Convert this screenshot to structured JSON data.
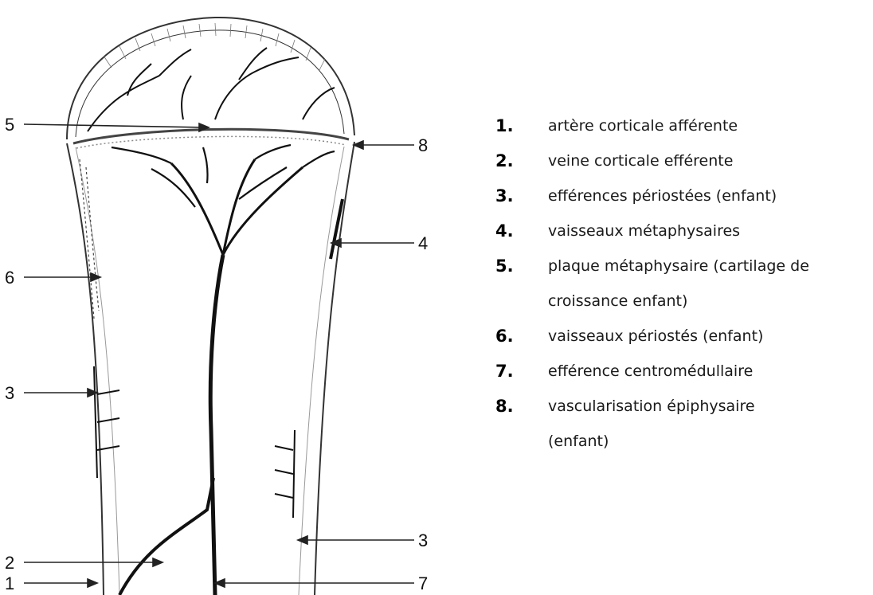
{
  "callouts": {
    "c1": "1",
    "c2": "2",
    "c3a": "3",
    "c3b": "3",
    "c4": "4",
    "c5": "5",
    "c6": "6",
    "c7": "7",
    "c8": "8"
  },
  "legend": [
    {
      "num": "1.",
      "text": "artère corticale afférente"
    },
    {
      "num": "2.",
      "text": "veine corticale efférente"
    },
    {
      "num": "3.",
      "text": "efférences périostées (enfant)"
    },
    {
      "num": "4.",
      "text": "vaisseaux métaphysaires"
    },
    {
      "num": "5.",
      "text": "plaque métaphysaire (cartilage de croissance enfant)"
    },
    {
      "num": "6.",
      "text": "vaisseaux périostés (enfant)"
    },
    {
      "num": "7.",
      "text": "efférence centromédullaire"
    },
    {
      "num": "8.",
      "text": "vascularisation épiphysaire (enfant)"
    }
  ],
  "colors": {
    "ink": "#111111",
    "line": "#555555",
    "background": "#ffffff"
  }
}
